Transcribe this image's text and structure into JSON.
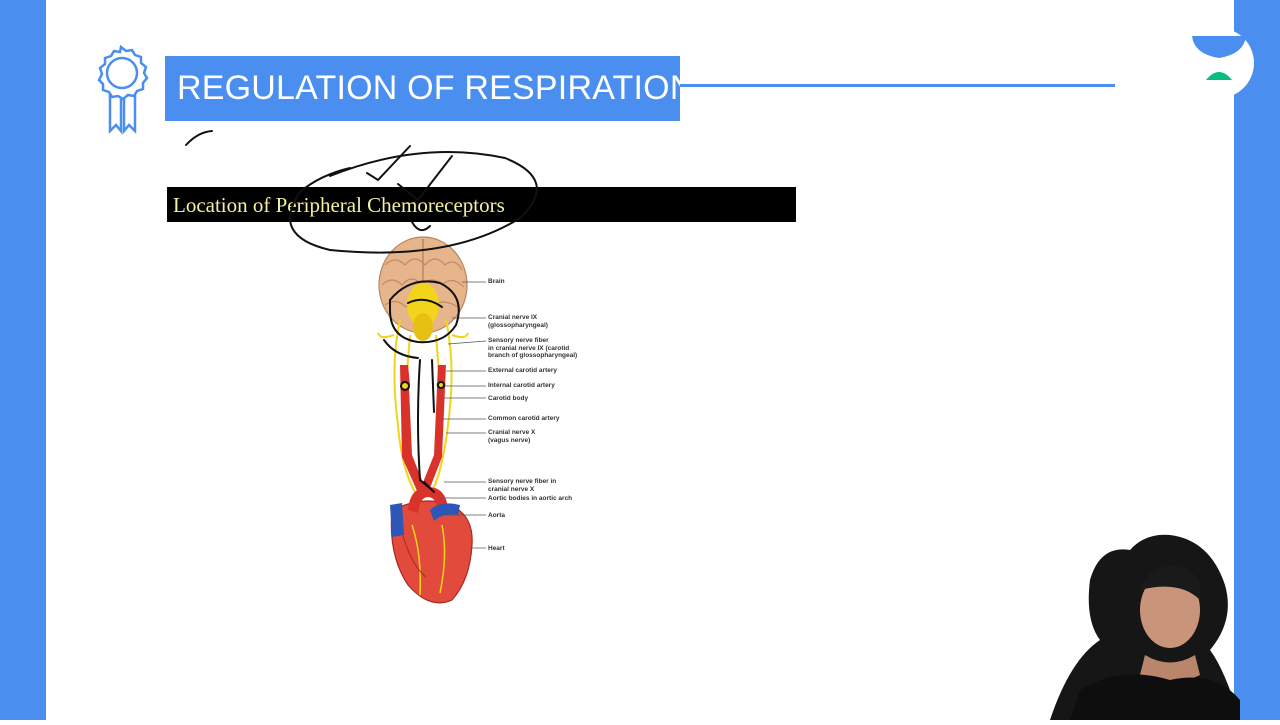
{
  "slide": {
    "title": "REGULATION OF RESPIRATION",
    "subtitle": "Location of Peripheral Chemoreceptors"
  },
  "diagram": {
    "labels": [
      "Brain",
      "Cranial nerve IX\n(glossopharyngeal)",
      "Sensory nerve fiber\nin cranial nerve IX (carotid\nbranch of glossopharyngeal)",
      "External carotid artery",
      "Internal carotid artery",
      "Carotid body",
      "Common carotid artery",
      "Cranial nerve X\n(vagus nerve)",
      "Sensory nerve fiber in\ncranial nerve X",
      "Aortic bodies in aortic arch",
      "Aorta",
      "Heart"
    ]
  },
  "icons": {
    "badge": "award-ribbon-icon",
    "logo": "unacademy-logo-icon"
  },
  "colors": {
    "accent": "#4a8ef0",
    "subtitle_bg": "#000000",
    "subtitle_text": "#f3f0a0",
    "logo_green": "#08bd80",
    "artery": "#d9322b",
    "vein": "#2e55b8",
    "nerve": "#f2d51a"
  }
}
